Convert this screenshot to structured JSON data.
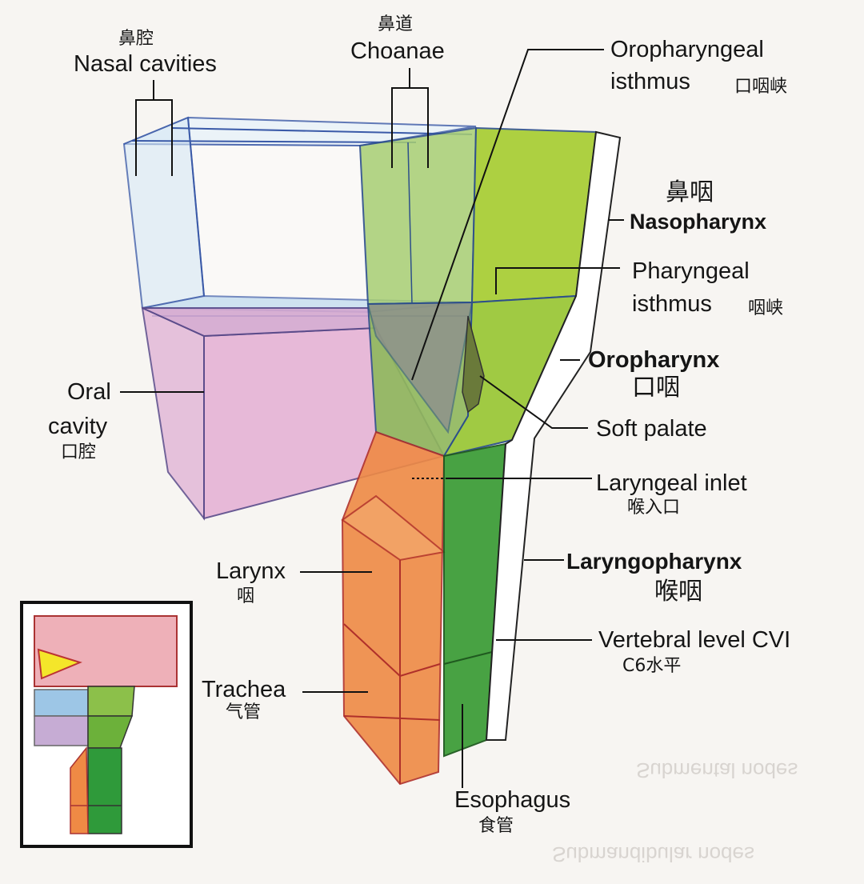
{
  "labels": {
    "nasal_cavities": {
      "cn": "鼻腔",
      "en": "Nasal cavities"
    },
    "choanae": {
      "cn": "鼻道",
      "en": "Choanae"
    },
    "oropharyngeal_isthmus": {
      "en1": "Oropharyngeal",
      "en2": "isthmus",
      "cn": "口咽峡"
    },
    "nasopharynx": {
      "cn": "鼻咽",
      "en": "Nasopharynx"
    },
    "pharyngeal_isthmus": {
      "en1": "Pharyngeal",
      "en2": "isthmus",
      "cn": "咽峡"
    },
    "oropharynx": {
      "en": "Oropharynx",
      "cn": "口咽"
    },
    "soft_palate": {
      "en": "Soft palate"
    },
    "oral_cavity": {
      "en1": "Oral",
      "en2": "cavity",
      "cn": "口腔"
    },
    "laryngeal_inlet": {
      "en": "Laryngeal inlet",
      "cn": "喉入口"
    },
    "laryngopharynx": {
      "en": "Laryngopharynx",
      "cn": "喉咽"
    },
    "larynx": {
      "en": "Larynx",
      "cn": "咽"
    },
    "vertebral_level": {
      "en": "Vertebral level CVI",
      "cn": "C6水平"
    },
    "trachea": {
      "en": "Trachea",
      "cn": "气管"
    },
    "esophagus": {
      "en": "Esophagus",
      "cn": "食管"
    }
  },
  "bleed_through": [
    "Submental nodes",
    "Submandibular nodes"
  ],
  "colors": {
    "nasal": "#bcd9ee",
    "oral": "#e6b3d6",
    "pharynx_light": "#9cc83a",
    "esophagus": "#3f9e3a",
    "larynx": "#ef8a45",
    "outline_blue": "#3a5aa8",
    "soft_palate": "#6a7a3a",
    "inset_yellow": "#f4e62a"
  }
}
